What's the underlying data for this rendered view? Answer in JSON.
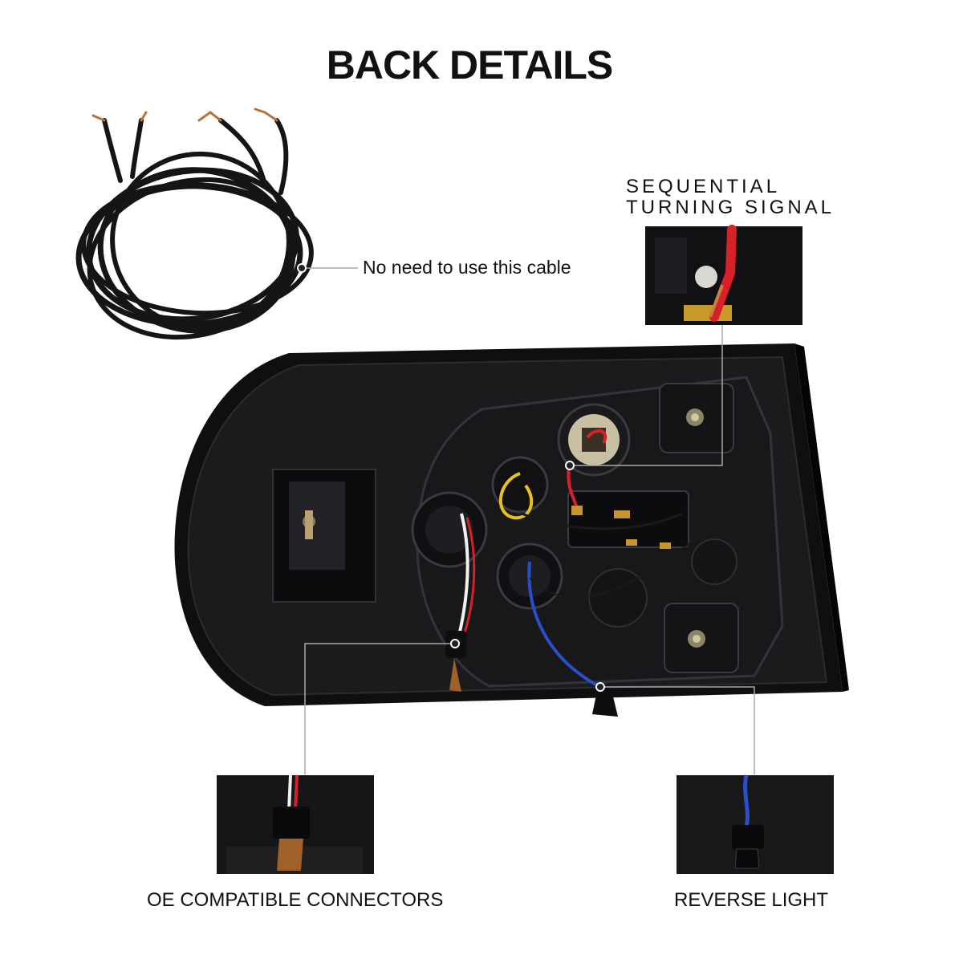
{
  "header": {
    "title": "BACK DETAILS"
  },
  "callouts": {
    "cable_note": "No need to use this cable",
    "sequential_line1": "SEQUENTIAL",
    "sequential_line2": "TURNING SIGNAL",
    "oe_connectors": "OE COMPATIBLE CONNECTORS",
    "reverse_light": "REVERSE LIGHT"
  },
  "colors": {
    "housing": "#141416",
    "housing_edge": "#2a2a2e",
    "socket_panel": "#1c1c20",
    "wire_red": "#d8202a",
    "wire_yellow": "#e8c21c",
    "wire_blue": "#2a4fc8",
    "wire_white": "#f2f2f2",
    "leader_line": "#9a9a9a"
  }
}
